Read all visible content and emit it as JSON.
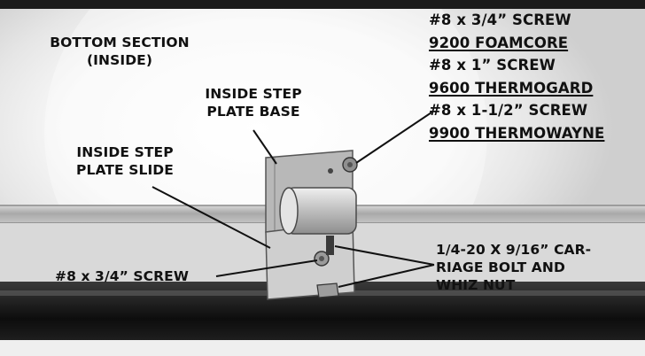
{
  "section_label": {
    "line1": "BOTTOM SECTION",
    "line2": "(INSIDE)"
  },
  "callouts": {
    "step_plate_base": {
      "line1": "INSIDE STEP",
      "line2": "PLATE BASE"
    },
    "step_plate_slide": {
      "line1": "INSIDE STEP",
      "line2": "PLATE SLIDE"
    },
    "screw_bottom": "#8 x 3/4” SCREW",
    "carriage_bolt": {
      "line1": "1/4-20 X 9/16” CAR-",
      "line2": "RIAGE BOLT AND",
      "line3": "WHIZ NUT"
    }
  },
  "screw_specs": [
    {
      "screw": "#8 x 3/4” SCREW",
      "model": "9200 FOAMCORE"
    },
    {
      "screw": "#8 x 1” SCREW",
      "model": "9600 THERMOGARD"
    },
    {
      "screw": "#8 x 1-1/2” SCREW",
      "model": "9900 THERMOWAYNE"
    }
  ]
}
